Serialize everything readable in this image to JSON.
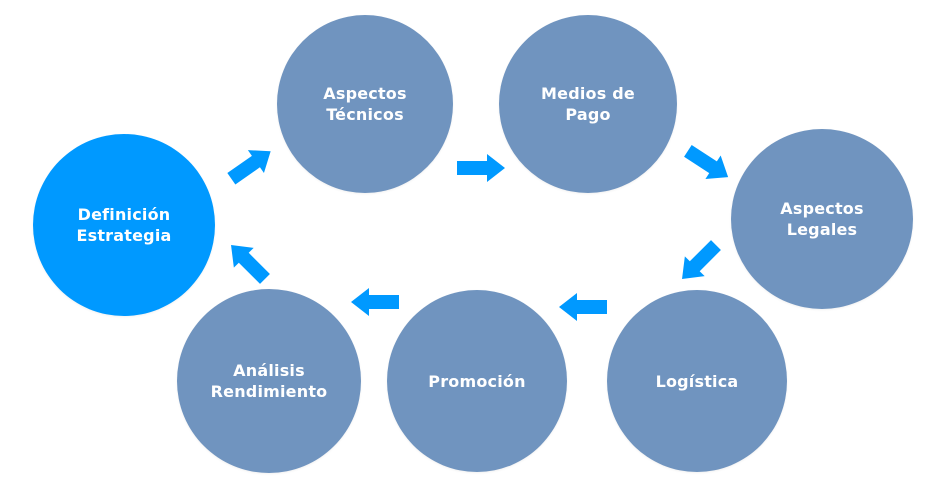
{
  "colors": {
    "node": "#7094BF",
    "node_highlight": "#0099FF",
    "arrow": "#0099FF"
  },
  "nodes": {
    "definicion": "Definición\nEstrategia",
    "tecnicos": "Aspectos\nTécnicos",
    "pago": "Medios de\nPago",
    "legales": "Aspectos\nLegales",
    "logistica": "Logística",
    "promocion": "Promoción",
    "analisis": "Análisis\nRendimiento"
  },
  "arrows": [
    {
      "from": "definicion",
      "to": "tecnicos"
    },
    {
      "from": "tecnicos",
      "to": "pago"
    },
    {
      "from": "pago",
      "to": "legales"
    },
    {
      "from": "legales",
      "to": "logistica"
    },
    {
      "from": "logistica",
      "to": "promocion"
    },
    {
      "from": "promocion",
      "to": "analisis"
    },
    {
      "from": "analisis",
      "to": "definicion"
    }
  ]
}
